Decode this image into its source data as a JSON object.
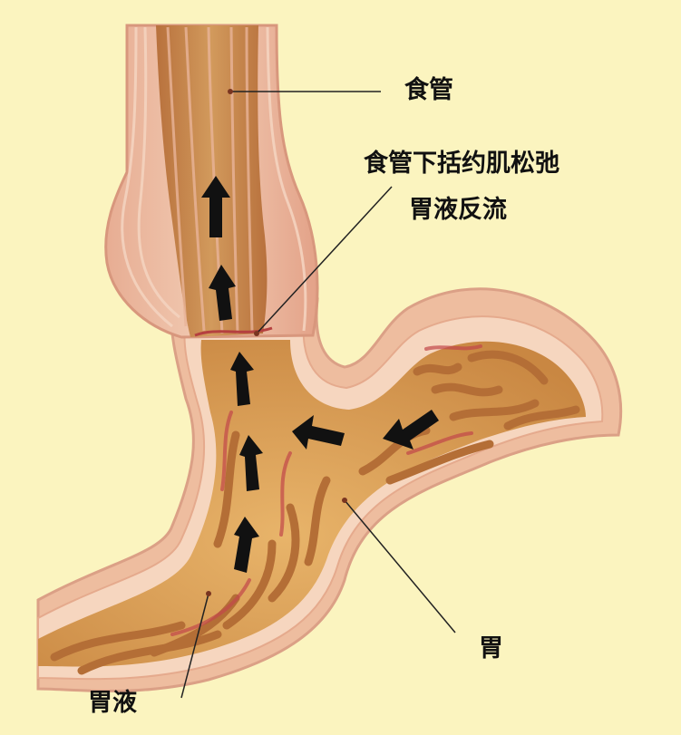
{
  "labels": {
    "esophagus": "食管",
    "sphincter": "食管下括约肌松弛",
    "reflux": "胃液反流",
    "stomach": "胃",
    "gastric_juice": "胃液"
  },
  "colors": {
    "background": "#fbf4bf",
    "wall_pink": "#e9b49b",
    "lumen": "#c9864b",
    "stomach_interior": "#dda153",
    "rugae": "#b97338",
    "arrow": "#111111"
  }
}
